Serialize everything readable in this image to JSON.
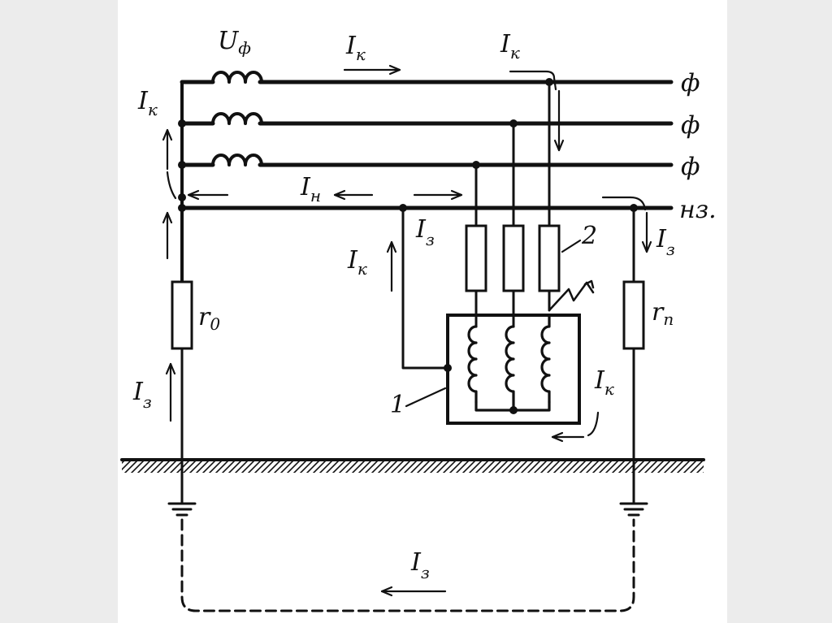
{
  "labels": {
    "u_ph_main": "U",
    "u_ph_sub": "ф",
    "i_k_main": "I",
    "i_k_sub": "к",
    "i_n_main": "I",
    "i_n_sub": "н",
    "i_z_main": "I",
    "i_z_sub": "з",
    "phase_1": "ф",
    "phase_2": "ф",
    "phase_3": "ф",
    "neutral": "нз.",
    "r0_main": "r",
    "r0_sub": "0",
    "rp_main": "r",
    "rp_sub": "п",
    "ref_1": "1",
    "ref_2": "2"
  },
  "colors": {
    "background": "#ececec",
    "panel": "#ffffff",
    "ink": "#111111"
  }
}
